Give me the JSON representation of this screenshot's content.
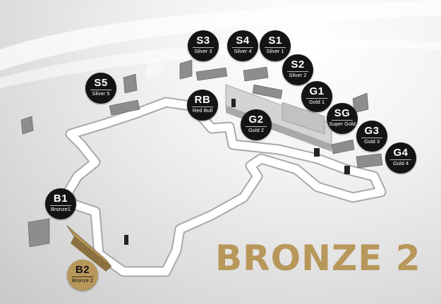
{
  "zone_title": "BRONZE 2",
  "accent_color": "#b8975b",
  "badge_color": "#141414",
  "stands": [
    {
      "code": "S3",
      "name": "Silver 3",
      "highlight": false
    },
    {
      "code": "S4",
      "name": "Silver 4",
      "highlight": false
    },
    {
      "code": "S1",
      "name": "Silver 1",
      "highlight": false
    },
    {
      "code": "S2",
      "name": "Silver 2",
      "highlight": false
    },
    {
      "code": "S5",
      "name": "Silver 5",
      "highlight": false
    },
    {
      "code": "RB",
      "name": "Red Bull",
      "highlight": false
    },
    {
      "code": "G1",
      "name": "Gold 1",
      "highlight": false
    },
    {
      "code": "G2",
      "name": "Gold 2",
      "highlight": false
    },
    {
      "code": "SG",
      "name": "Super Gold",
      "highlight": false
    },
    {
      "code": "G3",
      "name": "Gold 3",
      "highlight": false
    },
    {
      "code": "G4",
      "name": "Gold 4",
      "highlight": false
    },
    {
      "code": "B1",
      "name": "Bronze1",
      "highlight": false
    },
    {
      "code": "B2",
      "name": "Bronze 2",
      "highlight": true
    }
  ]
}
